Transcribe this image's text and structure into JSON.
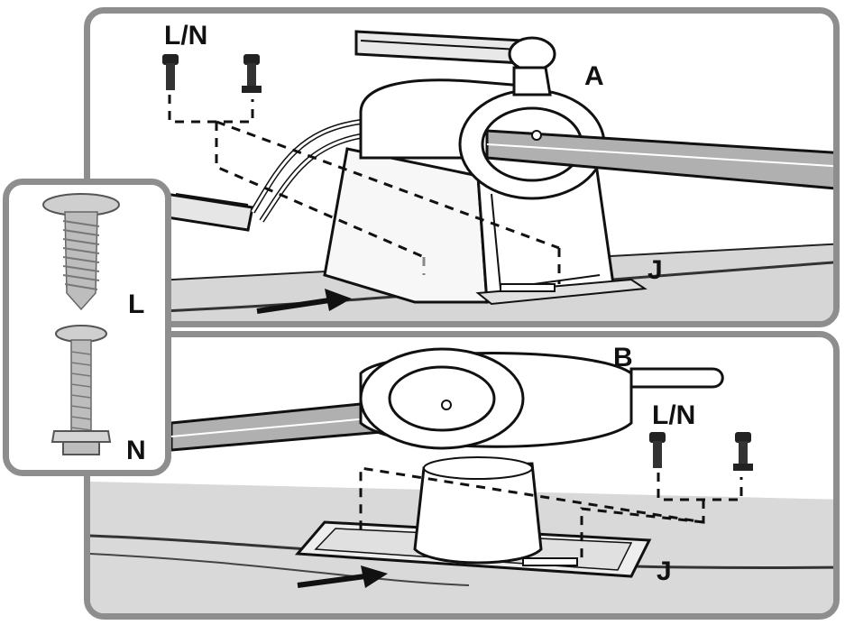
{
  "labels": {
    "top_screws": "L/N",
    "top_part": "A",
    "top_clip": "J",
    "bottom_part": "B",
    "bottom_screws": "L/N",
    "bottom_clip": "J",
    "inset_screw_top": "L",
    "inset_screw_bottom": "N"
  },
  "colors": {
    "frame": "#8e8e8e",
    "line": "#111111",
    "surface": "#bdbdbd",
    "metal": "#9c9c9c"
  }
}
